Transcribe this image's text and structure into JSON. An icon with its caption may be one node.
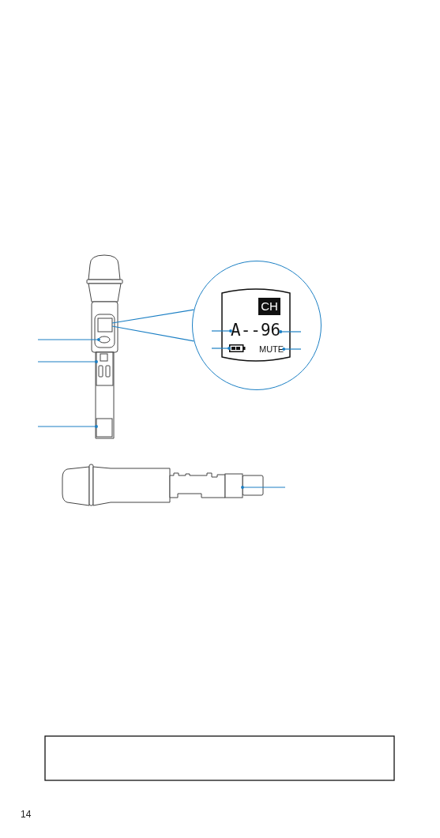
{
  "diagram": {
    "nodes": [
      {
        "text": [],
        "shape": "picture"
      },
      {
        "text": [],
        "shape": "box",
        "in": 0
      },
      {
        "text": [],
        "shape": "oval",
        "in": 0
      },
      {
        "text": [],
        "shape": "box",
        "in": 0
      },
      {
        "text": [],
        "shape": "box",
        "in": 0
      },
      {
        "text": [],
        "shape": "circle"
      },
      {
        "text": [],
        "shape": "box",
        "in": 5
      },
      {
        "text": [
          "CH"
        ],
        "in": 6
      },
      {
        "text": [
          "A--96"
        ],
        "in": 6
      },
      {
        "text": [],
        "shape": "battery",
        "in": 6
      },
      {
        "text": [
          "MUTE"
        ],
        "in": 6
      },
      {
        "text": [],
        "shape": "picture"
      },
      {
        "text": [],
        "shape": "box",
        "in": 11
      },
      {
        "text": [],
        "shape": "box"
      }
    ],
    "edges": [
      {
        "from": 1,
        "to": 5,
        "arrow": "none"
      },
      {
        "from": 1,
        "to": 5,
        "arrow": "none"
      },
      {
        "from": null,
        "to": 8,
        "arrow": "other"
      },
      {
        "from": null,
        "to": 8,
        "arrow": "other"
      },
      {
        "from": null,
        "to": 9,
        "arrow": "other"
      },
      {
        "from": null,
        "to": 10,
        "arrow": "other"
      },
      {
        "from": null,
        "to": 2,
        "arrow": "other"
      },
      {
        "from": null,
        "to": 3,
        "arrow": "other"
      },
      {
        "from": null,
        "to": 4,
        "arrow": "other"
      },
      {
        "from": null,
        "to": 12,
        "arrow": "other"
      }
    ],
    "labels": [
      "14"
    ]
  }
}
